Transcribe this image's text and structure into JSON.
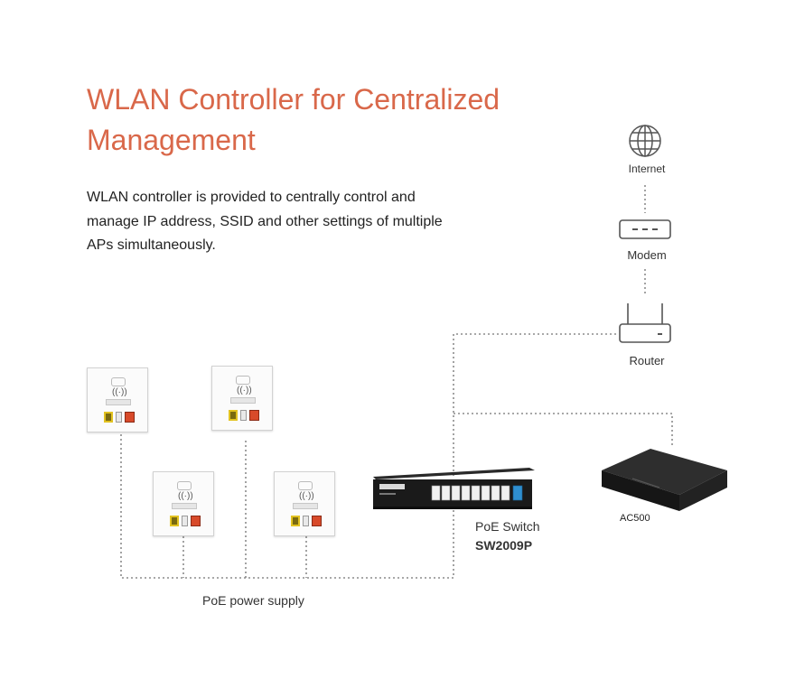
{
  "heading": {
    "title": "WLAN Controller for Centralized Management",
    "description": "WLAN controller is provided to centrally control and manage IP address, SSID and other settings of multiple APs simultaneously."
  },
  "nodes": {
    "internet": {
      "label": "Internet",
      "icon": "globe-icon"
    },
    "modem": {
      "label": "Modem",
      "icon": "modem-icon"
    },
    "router": {
      "label": "Router",
      "icon": "router-icon"
    },
    "controller": {
      "label": "AC500",
      "icon": "wlan-controller-device"
    },
    "switch": {
      "label": "PoE Switch",
      "model": "SW2009P",
      "icon": "poe-switch-device"
    },
    "poe_supply": {
      "label": "PoE power supply"
    },
    "access_points": {
      "count": 4,
      "icon": "in-wall-access-point"
    }
  },
  "colors": {
    "title": "#d9684a",
    "connector": "#8c8c8c",
    "icon": "#555555"
  }
}
